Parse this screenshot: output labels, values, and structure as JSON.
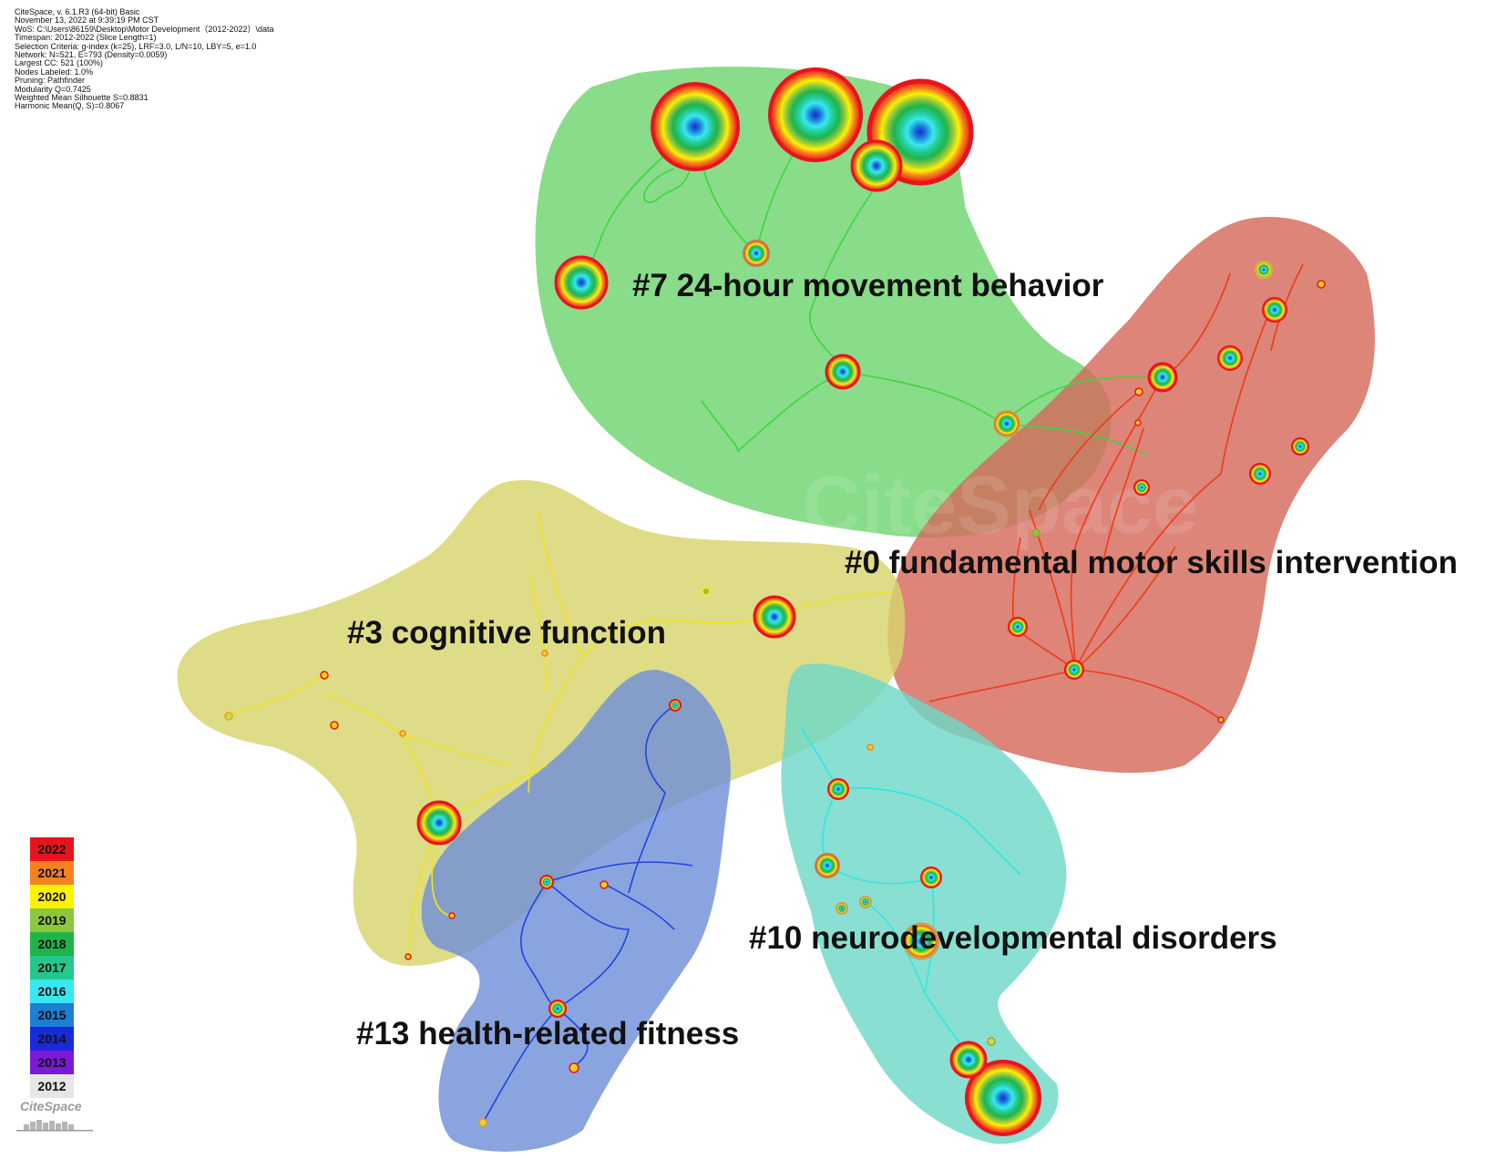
{
  "header": {
    "lines": [
      "CiteSpace, v. 6.1.R3 (64-bit) Basic",
      "November 13, 2022 at 9:39:19 PM CST",
      "WoS: C:\\Users\\86159\\Desktop\\Motor Development（2012-2022）\\data",
      "Timespan: 2012-2022 (Slice Length=1)",
      "Selection Criteria: g-index (k=25), LRF=3.0, L/N=10, LBY=5, e=1.0",
      "Network: N=521, E=793 (Density=0.0059)",
      "Largest CC: 521 (100%)",
      "Nodes Labeled: 1.0%",
      "Pruning: Pathfinder",
      "Modularity Q=0.7425",
      "Weighted Mean Silhouette S=0.8831",
      "Harmonic Mean(Q, S)=0.8067"
    ]
  },
  "clusters": [
    {
      "label": "#7 24-hour movement behavior",
      "color": "#6fd46f",
      "edge": "#3ed63e"
    },
    {
      "label": "#0 fundamental motor skills intervention",
      "color": "#d46a5a",
      "edge": "#ef3a1a"
    },
    {
      "label": "#3 cognitive function",
      "color": "#d8d46e",
      "edge": "#f0e41a"
    },
    {
      "label": "#13 health-related fitness",
      "color": "#7090d8",
      "edge": "#2244e0"
    },
    {
      "label": "#10 neurodevelopmental disorders",
      "color": "#6fd8c8",
      "edge": "#2ee8e0"
    }
  ],
  "legend": [
    {
      "year": "2022",
      "color": "#e8141c"
    },
    {
      "year": "2021",
      "color": "#f58220"
    },
    {
      "year": "2020",
      "color": "#fff200"
    },
    {
      "year": "2019",
      "color": "#8dc63f"
    },
    {
      "year": "2018",
      "color": "#1fb44a"
    },
    {
      "year": "2017",
      "color": "#23c88c"
    },
    {
      "year": "2016",
      "color": "#38e8f0"
    },
    {
      "year": "2015",
      "color": "#1b7fd6"
    },
    {
      "year": "2014",
      "color": "#1a2ad8"
    },
    {
      "year": "2013",
      "color": "#7a1ad8"
    },
    {
      "year": "2012",
      "color": "#e6e6e6"
    }
  ],
  "watermark": {
    "text": "CiteSpace"
  }
}
